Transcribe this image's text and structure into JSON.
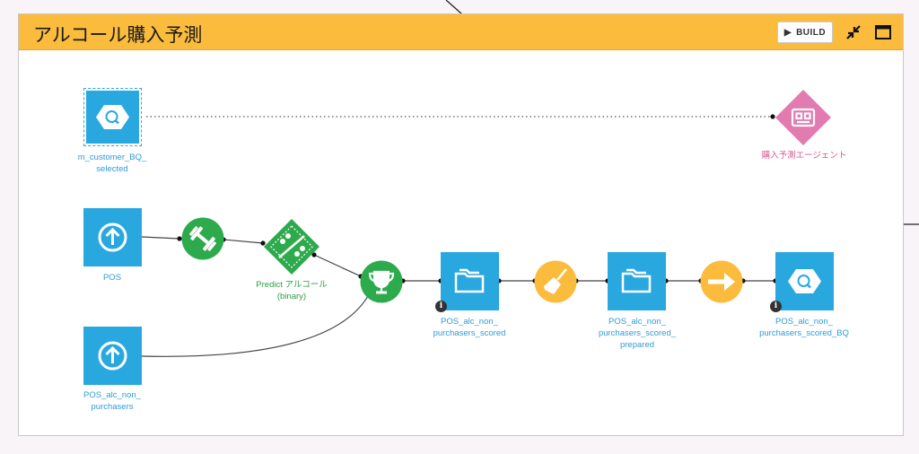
{
  "zone": {
    "title": "アルコール購入予測",
    "build_label": "BUILD"
  },
  "nodes": {
    "m_customer_bq": "m_customer_BQ_\nselected",
    "agent": "購入予測エージェント",
    "pos": "POS",
    "predict": "Predict アルコール\n(binary)",
    "pos_alc_non_purchasers": "POS_alc_non_\npurchasers",
    "scored": "POS_alc_non_\npurchasers_scored",
    "scored_prepared": "POS_alc_non_\npurchasers_scored_\nprepared",
    "scored_bq": "POS_alc_non_\npurchasers_scored_BQ"
  },
  "colors": {
    "dataset": "#29a8e0",
    "recipe_yellow": "#fbbc3d",
    "model_green": "#2daa4c",
    "agent_pink": "#e27bb0",
    "header": "#fbbc3d"
  },
  "icons": {
    "build": "play-icon",
    "collapse": "collapse-arrows-icon",
    "maximize": "window-maximize-icon",
    "bigquery": "bigquery-icon",
    "upload": "upload-icon",
    "train": "dumbbell-icon",
    "predict": "model-diamond-icon",
    "score": "trophy-icon",
    "folder": "folder-icon",
    "prepare": "broom-icon",
    "sync": "arrow-right-icon",
    "agent": "agent-icon",
    "info": "info-icon"
  }
}
